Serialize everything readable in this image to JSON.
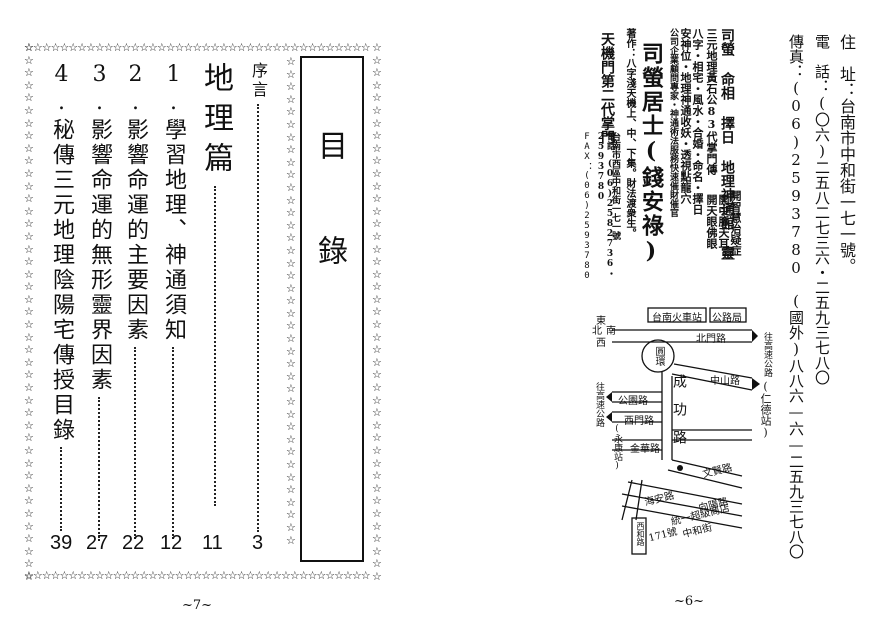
{
  "left_page": {
    "title": "目  錄",
    "section": "地理篇",
    "entries": [
      {
        "label": "序言",
        "page": "3"
      },
      {
        "label": "地理篇",
        "page": "11"
      },
      {
        "label": "1.學習地理、神通須知",
        "page": "12"
      },
      {
        "label": "2.影響命運的主要因素",
        "page": "22"
      },
      {
        "label": "3.影響命運的無形靈界因素",
        "page": "27"
      },
      {
        "label": "4.秘傳三元地理陰陽宅傳授目錄",
        "page": "39"
      }
    ],
    "page_number": "~7~"
  },
  "right_page": {
    "address": "住　址：台南市中和街一七一號。",
    "phone": "電　話：(〇六)二五八二七三六・二五九三七八〇",
    "fax": "傳真：(06)2593780　(國外)八八六—六—二五九三七八〇",
    "ad": {
      "title": "司螢 命相 擇日 地理神通館 靈",
      "line1": "開智慧治疑症",
      "line2": "開中脈天耳",
      "line3": "開天眼佛眼",
      "line4": "三元地理黃石公83代掌門傳",
      "line5": "八字・相宅・風水・合婚・命名・擇日",
      "line6": "安神位・地理神通收妖・透視點龍穴",
      "line7": "公司企業顧問專家・神通術法服務快速催財催官",
      "name": "司螢居士(錢安祿)",
      "author_note": "著作：八字淺天機上、中、下集。財法渡衆生。",
      "sect": "天機門第二代掌門",
      "contact_addr": "台南市西區中和街一七一號",
      "contact_tel": "電話：(06)2582736・2593780",
      "contact_fax": "FAX：(06)2593780"
    },
    "map": {
      "north": "北",
      "east": "東",
      "south": "南",
      "west": "西",
      "station": "台南火車站",
      "bureau": "公路局",
      "beimen": "北門路",
      "circle": "圓環",
      "zhongshan": "中山路",
      "chenggong": "成功路",
      "rende": "(仁德站)",
      "to_highway_r": "往高速公路",
      "to_highway_l": "往高速公路",
      "gongyuan": "公園路",
      "ximen": "西門路",
      "yongkang": "(永康站)",
      "jinhua": "金華路",
      "wenxian": "文賢路",
      "xiangyang": "向陽路",
      "store": "統一超級商店",
      "zhonghe": "中和街",
      "num171": "171號",
      "xilong": "西和路",
      "haian": "海安路"
    },
    "page_number": "~6~"
  }
}
